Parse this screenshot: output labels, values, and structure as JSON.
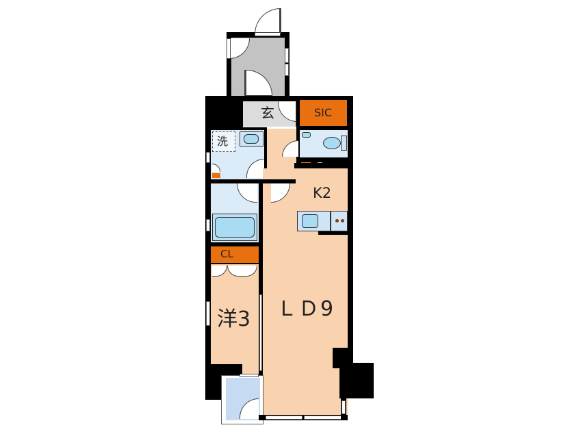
{
  "floor_plan": {
    "rooms": {
      "entrance": {
        "label": "玄"
      },
      "sic": {
        "label": "SIC"
      },
      "laundry": {
        "label": "洗"
      },
      "kitchen": {
        "label": "K2"
      },
      "closet": {
        "label": "CL"
      },
      "western_room": {
        "label": "洋3"
      },
      "living_dining": {
        "label": "ＬＤ9"
      }
    },
    "colors": {
      "wall": "#000000",
      "wood_floor": "#f9d3b0",
      "storage": "#e8700f",
      "wet_area": "#dcebf8",
      "fixture": "#a9dcf2",
      "porch": "#c3c3c3",
      "entrance_floor": "#dcdcdc"
    }
  }
}
